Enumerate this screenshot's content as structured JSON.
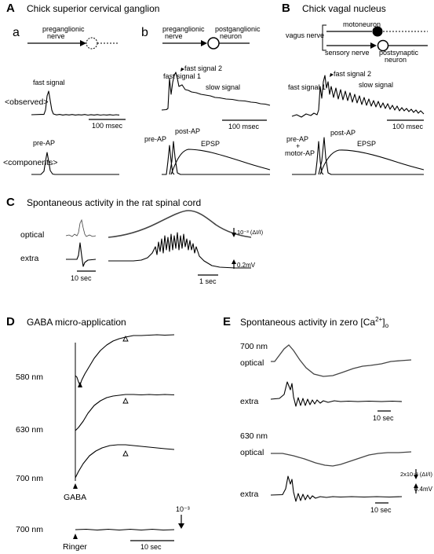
{
  "panelA": {
    "letter": "A",
    "title": "Chick superior cervical ganglion",
    "sub_a": "a",
    "sub_b": "b",
    "preganglionic_nerve_1": "preganglionic",
    "preganglionic_nerve_2": "nerve",
    "b_pre_1": "preganglionic",
    "b_pre_2": "nerve",
    "b_post_1": "postganglionic",
    "b_post_2": "neuron",
    "fast_signal": "fast signal",
    "fast_signal_1": "fast signal 1",
    "fast_signal_2": "fast signal 2",
    "slow_signal": "slow signal",
    "observed": "<observed>",
    "components": "<components>",
    "scale_a": "100 msec",
    "scale_b": "100 msec",
    "pre_ap": "pre-AP",
    "b_pre_ap": "pre-AP",
    "post_ap": "post-AP",
    "epsp": "EPSP"
  },
  "panelB": {
    "letter": "B",
    "title": "Chick vagal nucleus",
    "vagus": "vagus nerve",
    "motoneuron": "motoneuron",
    "sensory": "sensory nerve",
    "postsyn_1": "postsynaptic",
    "postsyn_2": "neuron",
    "fast_signal_1": "fast signal 1",
    "fast_signal_2": "fast signal 2",
    "slow_signal": "slow signal",
    "scale": "100 msec",
    "pre_ap": "pre-AP",
    "plus": "+",
    "motor_ap": "motor-AP",
    "post_ap": "post-AP",
    "epsp": "EPSP"
  },
  "panelC": {
    "letter": "C",
    "title": "Spontaneous activity in the rat spinal cord",
    "optical": "optical",
    "extra": "extra",
    "scale_left": "10 sec",
    "scale_right": "1 sec",
    "cal_optical": "10⁻³ (ΔI/I)",
    "cal_extra": "0.2mV"
  },
  "panelD": {
    "letter": "D",
    "title": "GABA micro-application",
    "nm580": "580 nm",
    "nm630": "630 nm",
    "nm700": "700 nm",
    "nm700b": "700 nm",
    "gaba": "GABA",
    "ringer": "Ringer",
    "cal": "10⁻³",
    "scale": "10 sec"
  },
  "panelE": {
    "letter": "E",
    "title_pre": "Spontaneous activity in zero [Ca",
    "title_sup": "2+",
    "title_post": "]",
    "title_sub": "o",
    "nm700": "700 nm",
    "optical1": "optical",
    "extra1": "extra",
    "scale1": "10 sec",
    "nm630": "630 nm",
    "optical2": "optical",
    "cal_optical": "2x10⁻³ (ΔI/I)",
    "extra2": "extra",
    "cal_extra": "0.4mV",
    "scale2": "10 sec"
  }
}
